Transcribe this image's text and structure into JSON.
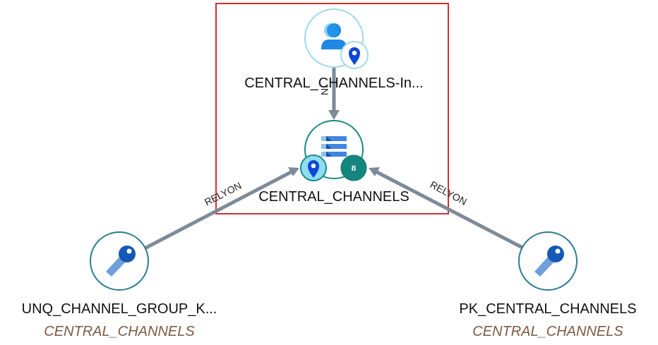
{
  "graph": {
    "selection_box_color": "#d32f2f",
    "edge_color": "#7d8b99",
    "nodes": {
      "user": {
        "label": "CENTRAL_CHANNELS-In...",
        "icon": "user-icon",
        "badge_icon": "location-pin-icon"
      },
      "table": {
        "label": "CENTRAL_CHANNELS",
        "icon": "table-list-icon",
        "badge_icon": "location-pin-icon",
        "count_badge": "8"
      },
      "unq_key": {
        "label": "UNQ_CHANNEL_GROUP_K...",
        "sublabel": "CENTRAL_CHANNELS",
        "icon": "key-icon"
      },
      "pk_key": {
        "label": "PK_CENTRAL_CHANNELS",
        "sublabel": "CENTRAL_CHANNELS",
        "icon": "key-icon"
      }
    },
    "edges": [
      {
        "from": "user",
        "to": "table",
        "label": "IN"
      },
      {
        "from": "unq_key",
        "to": "table",
        "label": "RELYON"
      },
      {
        "from": "pk_key",
        "to": "table",
        "label": "RELYON"
      }
    ]
  }
}
